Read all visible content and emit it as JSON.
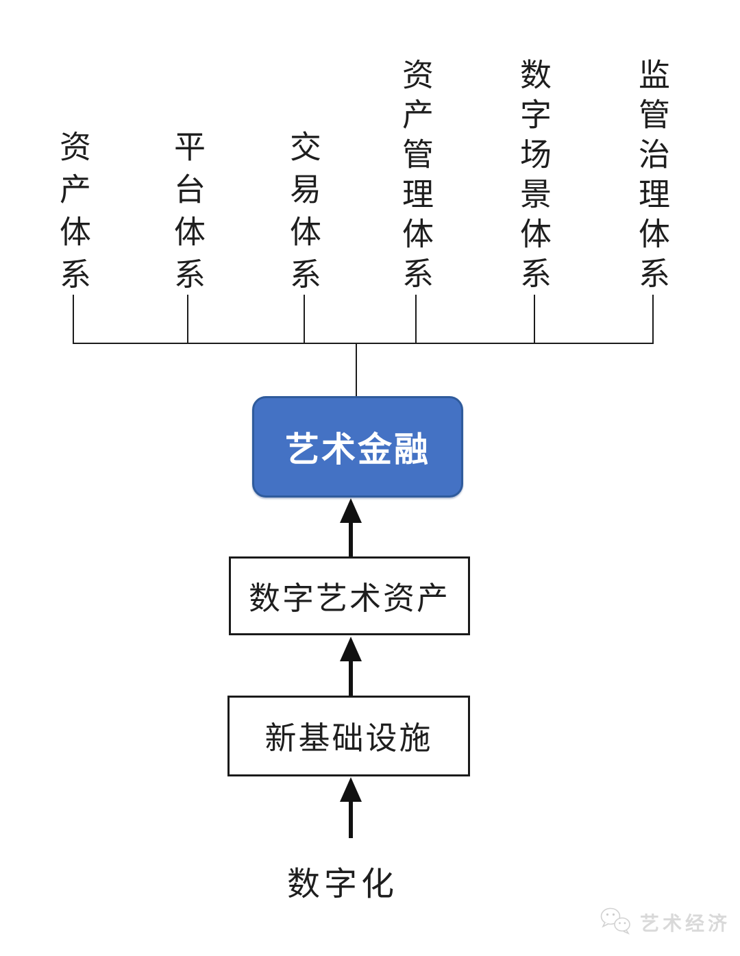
{
  "diagram": {
    "title_implicit": "",
    "top_systems": [
      {
        "label": "资产体系"
      },
      {
        "label": "平台体系"
      },
      {
        "label": "交易体系"
      },
      {
        "label": "资产管理体系"
      },
      {
        "label": "数字场景体系"
      },
      {
        "label": "监管治理体系"
      }
    ],
    "center_node": {
      "label": "艺术金融"
    },
    "middle_node": {
      "label": "数字艺术资产"
    },
    "lower_node": {
      "label": "新基础设施"
    },
    "bottom_label": "数字化",
    "watermark": {
      "text": "艺术经济",
      "logo_icon": "chat-bubbles-icon"
    },
    "colors": {
      "node_fill": "#4472c4",
      "node_border": "#2f5b9c",
      "node_text": "#ffffff",
      "line": "#1b1b1b",
      "watermark_gray": "#d9d9d9",
      "background": "#ffffff"
    }
  }
}
